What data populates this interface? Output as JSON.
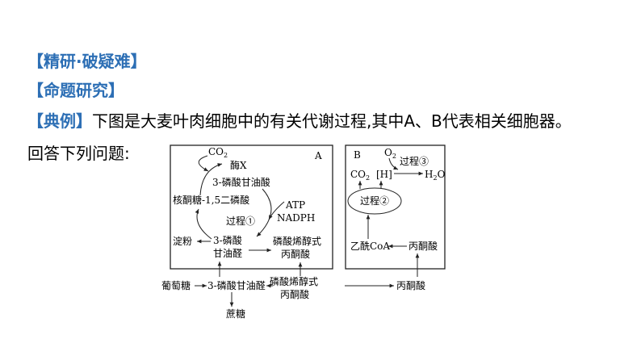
{
  "headings": {
    "research": "【精研·破疑难】",
    "topic": "【命题研究】"
  },
  "question": {
    "tag": "【典例】",
    "text": "下图是大麦叶肉细胞中的有关代谢过程,其中A、B代表相关细胞器。",
    "line2": "回答下列问题:"
  },
  "diagram": {
    "box_a": {
      "label": "A",
      "co2": "CO",
      "co2_sub": "2",
      "enzyme": "酶X",
      "pga": "3-磷酸甘油酸",
      "rubp": "核酮糖-1,5二磷酸",
      "atp": "ATP",
      "nadph": "NADPH",
      "process1": "过程①",
      "starch": "淀粉",
      "g3p_line1": "3-磷酸",
      "g3p_line2": "甘油醛",
      "pep_line1": "磷酸烯醇式",
      "pep_line2": "丙酮酸"
    },
    "box_b": {
      "label": "B",
      "o2": "O",
      "o2_sub": "2",
      "process3": "过程③",
      "co2": "CO",
      "co2_sub": "2",
      "h": "[H]",
      "h2o_h": "H",
      "h2o_sub": "2",
      "h2o_o": "O",
      "process2": "过程②",
      "acetyl": "乙酰CoA",
      "pyruvate": "丙酮酸"
    },
    "outside": {
      "glucose": "葡萄糖",
      "g3p": "3-磷酸甘油醛",
      "pep_line1": "磷酸烯醇式",
      "pep_line2": "丙酮酸",
      "pyruvate": "丙酮酸",
      "sucrose": "蔗糖"
    }
  }
}
